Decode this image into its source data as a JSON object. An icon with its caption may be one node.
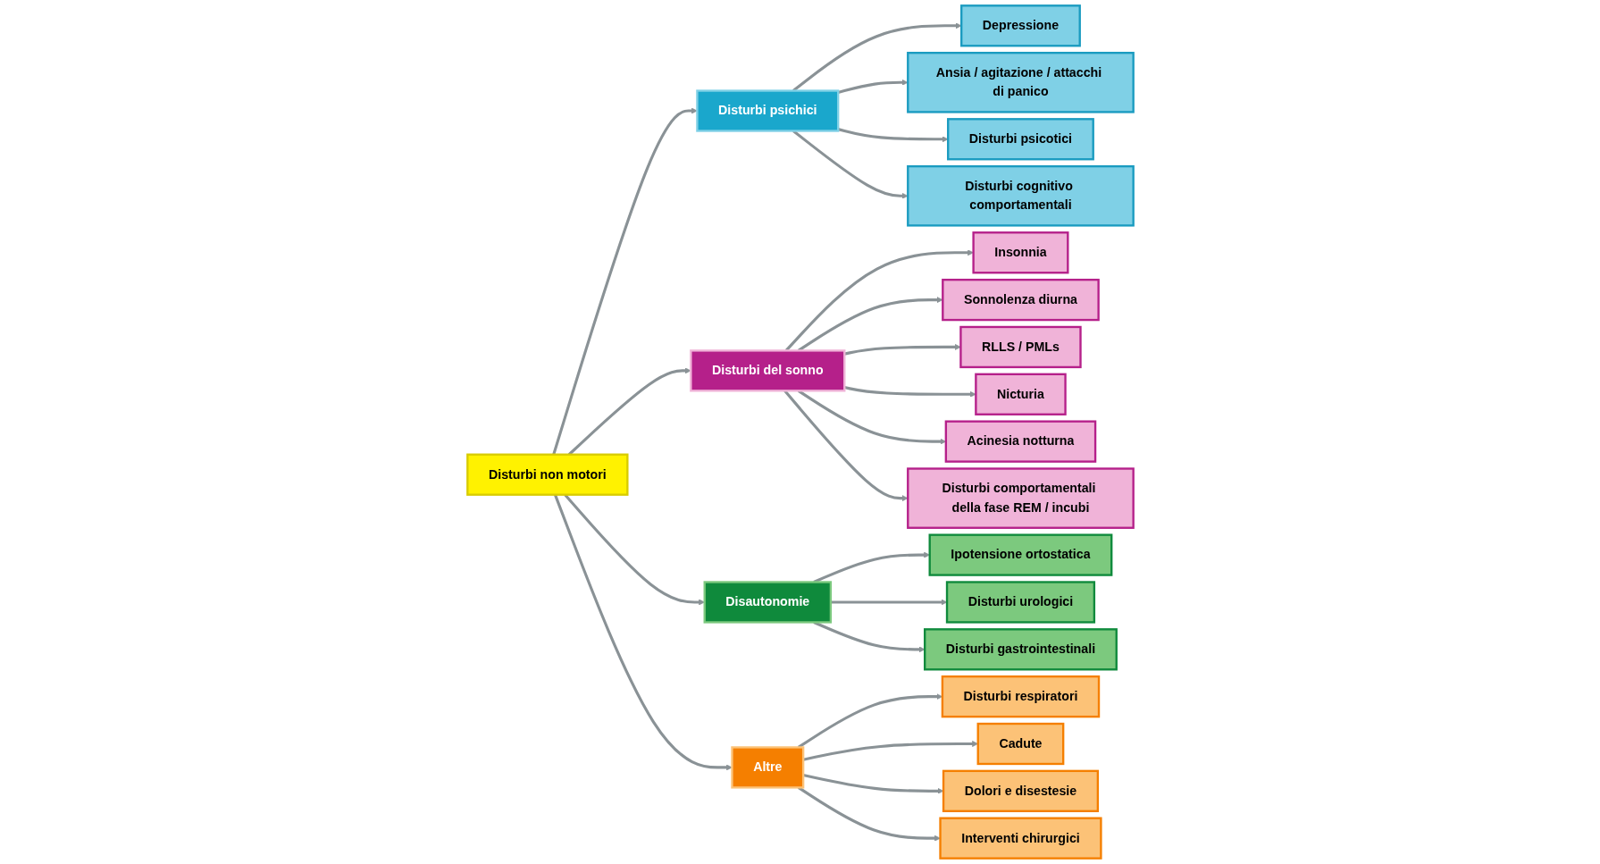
{
  "diagram": {
    "nodes": [
      {
        "text": [
          "Disturbi non motori"
        ]
      },
      {
        "text": [
          "Disturbi psichici"
        ]
      },
      {
        "text": [
          "Depressione"
        ]
      },
      {
        "text": [
          "Ansia / agitazione / attacchi di panico"
        ]
      },
      {
        "text": [
          "Disturbi psicotici"
        ]
      },
      {
        "text": [
          "Disturbi cognitivo comportamentali"
        ]
      },
      {
        "text": [
          "Disturbi del sonno"
        ]
      },
      {
        "text": [
          "Insonnia"
        ]
      },
      {
        "text": [
          "Sonnolenza diurna"
        ]
      },
      {
        "text": [
          "RLLS / PMLs"
        ]
      },
      {
        "text": [
          "Nicturia"
        ]
      },
      {
        "text": [
          "Acinesia notturna"
        ]
      },
      {
        "text": [
          "Disturbi comportamentali della fase REM / incubi"
        ]
      },
      {
        "text": [
          "Disautonomie"
        ]
      },
      {
        "text": [
          "Ipotensione ortostatica"
        ]
      },
      {
        "text": [
          "Disturbi urologici"
        ]
      },
      {
        "text": [
          "Disturbi gastrointestinali"
        ]
      },
      {
        "text": [
          "Altre"
        ]
      },
      {
        "text": [
          "Disturbi respiratori"
        ]
      },
      {
        "text": [
          "Cadute"
        ]
      },
      {
        "text": [
          "Dolori e disestesie"
        ]
      },
      {
        "text": [
          "Interventi chirurgici"
        ]
      }
    ],
    "edges": [
      {
        "from": 0,
        "to": 1,
        "arrow": "to"
      },
      {
        "from": 0,
        "to": 6,
        "arrow": "to"
      },
      {
        "from": 0,
        "to": 13,
        "arrow": "to"
      },
      {
        "from": 0,
        "to": 17,
        "arrow": "to"
      },
      {
        "from": 1,
        "to": 2,
        "arrow": "to"
      },
      {
        "from": 1,
        "to": 3,
        "arrow": "to"
      },
      {
        "from": 1,
        "to": 4,
        "arrow": "to"
      },
      {
        "from": 1,
        "to": 5,
        "arrow": "to"
      },
      {
        "from": 6,
        "to": 7,
        "arrow": "to"
      },
      {
        "from": 6,
        "to": 8,
        "arrow": "to"
      },
      {
        "from": 6,
        "to": 9,
        "arrow": "to"
      },
      {
        "from": 6,
        "to": 10,
        "arrow": "to"
      },
      {
        "from": 6,
        "to": 11,
        "arrow": "to"
      },
      {
        "from": 6,
        "to": 12,
        "arrow": "to"
      },
      {
        "from": 13,
        "to": 14,
        "arrow": "to"
      },
      {
        "from": 13,
        "to": 15,
        "arrow": "to"
      },
      {
        "from": 13,
        "to": 16,
        "arrow": "to"
      },
      {
        "from": 17,
        "to": 18,
        "arrow": "to"
      },
      {
        "from": 17,
        "to": 19,
        "arrow": "to"
      },
      {
        "from": 17,
        "to": 20,
        "arrow": "to"
      },
      {
        "from": 17,
        "to": 21,
        "arrow": "to"
      }
    ]
  }
}
